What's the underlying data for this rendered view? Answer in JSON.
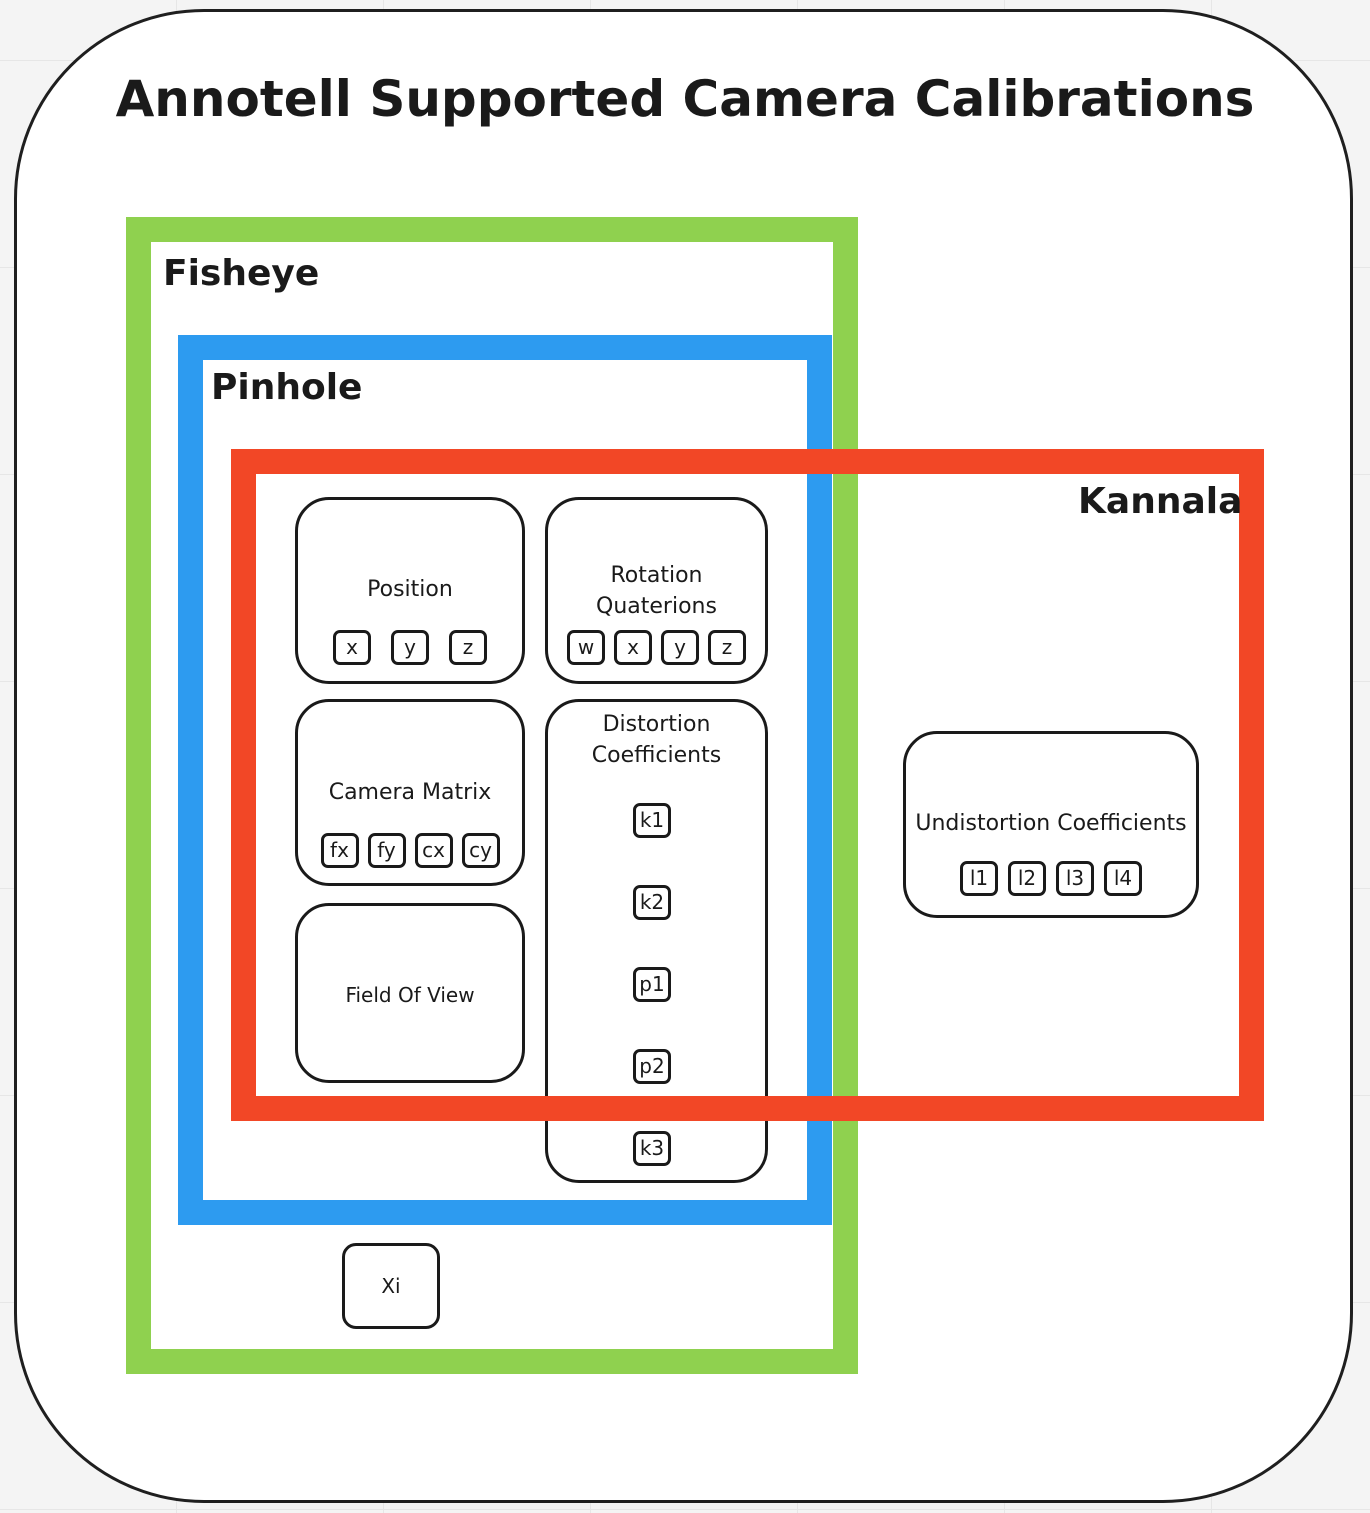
{
  "title": "Annotell Supported Camera Calibrations",
  "groups": {
    "fisheye": {
      "label": "Fisheye",
      "color": "#8fd14f"
    },
    "pinhole": {
      "label": "Pinhole",
      "color": "#2d9bf0"
    },
    "kannala": {
      "label": "Kannala",
      "color": "#f24726"
    }
  },
  "cards": {
    "position": {
      "title": "Position",
      "params": [
        "x",
        "y",
        "z"
      ]
    },
    "rotation": {
      "title_line1": "Rotation",
      "title_line2": "Quaterions",
      "params": [
        "w",
        "x",
        "y",
        "z"
      ]
    },
    "camera_matrix": {
      "title": "Camera Matrix",
      "params": [
        "fx",
        "fy",
        "cx",
        "cy"
      ]
    },
    "distortion": {
      "title_line1": "Distortion",
      "title_line2": "Coefficients",
      "params": [
        "k1",
        "k2",
        "p1",
        "p2",
        "k3"
      ]
    },
    "field_of_view": {
      "title": "Field Of View"
    },
    "undistortion": {
      "title": "Undistortion Coefficients",
      "params": [
        "l1",
        "l2",
        "l3",
        "l4"
      ]
    },
    "xi": {
      "title": "Xi"
    }
  }
}
